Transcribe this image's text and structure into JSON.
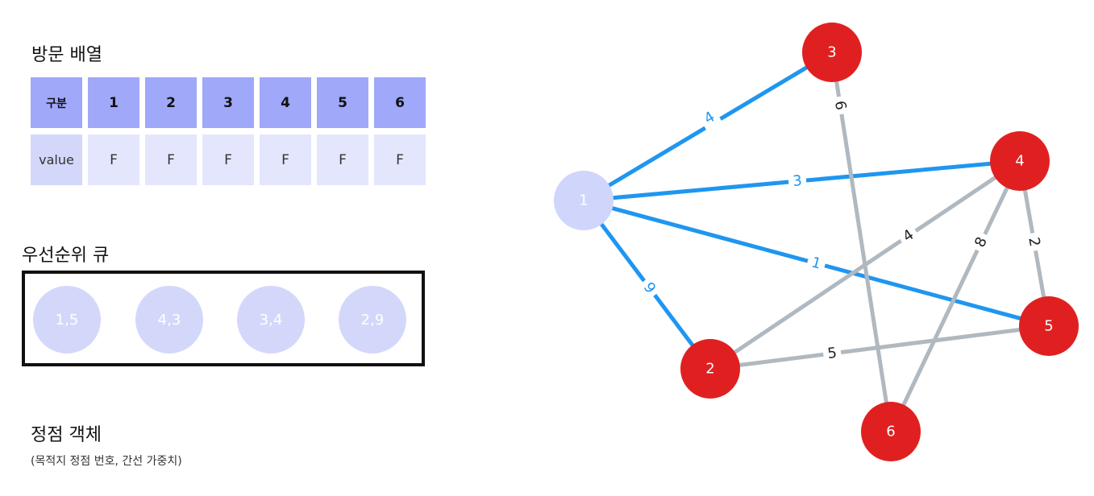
{
  "visited": {
    "title": "방문 배열",
    "header": [
      "구분",
      "1",
      "2",
      "3",
      "4",
      "5",
      "6"
    ],
    "values": [
      "value",
      "F",
      "F",
      "F",
      "F",
      "F",
      "F"
    ]
  },
  "priority_queue": {
    "title": "우선순위 큐",
    "items": [
      "1,5",
      "4,3",
      "3,4",
      "2,9"
    ]
  },
  "vertex_object": {
    "title": "정점 객체",
    "subtitle": "(목적지 정점 번호, 간선 가중치)"
  },
  "graph": {
    "colors": {
      "visited_node": "#cfd5fb",
      "unvisited_node": "#e02020",
      "selected_edge": "#1f96f0",
      "other_edge": "#b0b8c0"
    },
    "nodes": [
      {
        "id": "1",
        "label": "1",
        "state": "visited"
      },
      {
        "id": "2",
        "label": "2",
        "state": "unvisited"
      },
      {
        "id": "3",
        "label": "3",
        "state": "unvisited"
      },
      {
        "id": "4",
        "label": "4",
        "state": "unvisited"
      },
      {
        "id": "5",
        "label": "5",
        "state": "unvisited"
      },
      {
        "id": "6",
        "label": "6",
        "state": "unvisited"
      }
    ],
    "edges": [
      {
        "from": "1",
        "to": "3",
        "weight": "4",
        "highlighted": true
      },
      {
        "from": "1",
        "to": "4",
        "weight": "3",
        "highlighted": true
      },
      {
        "from": "1",
        "to": "5",
        "weight": "1",
        "highlighted": true
      },
      {
        "from": "1",
        "to": "2",
        "weight": "9",
        "highlighted": true
      },
      {
        "from": "3",
        "to": "6",
        "weight": "6",
        "highlighted": false
      },
      {
        "from": "2",
        "to": "4",
        "weight": "4",
        "highlighted": false
      },
      {
        "from": "4",
        "to": "6",
        "weight": "8",
        "highlighted": false
      },
      {
        "from": "4",
        "to": "5",
        "weight": "2",
        "highlighted": false
      },
      {
        "from": "2",
        "to": "5",
        "weight": "5",
        "highlighted": false
      }
    ]
  }
}
